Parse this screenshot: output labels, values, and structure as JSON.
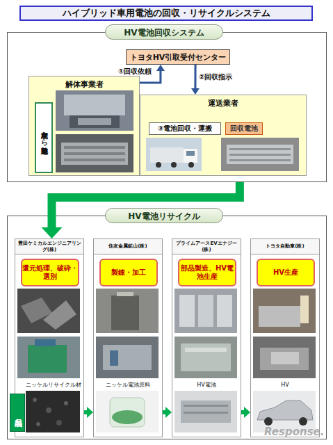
{
  "diagram": {
    "title": "ハイブリッド車用電池の回収・リサイクルシステム",
    "nodes": [
      {
        "text": [
          "HV電池回収システム"
        ]
      },
      {
        "text": [
          "トヨタHV引取受付センター"
        ],
        "in": 0
      },
      {
        "text": [
          "解体事業者"
        ],
        "in": 0
      },
      {
        "text": [
          "廃車から電池取外し"
        ],
        "in": 2
      },
      {
        "text": [
          "運送業者"
        ],
        "in": 0
      },
      {
        "text": [
          "③電池回収・運搬"
        ],
        "in": 4
      },
      {
        "text": [
          "回収電池"
        ],
        "in": 4
      },
      {
        "text": [
          "HV電池リサイクル"
        ]
      },
      {
        "text": [
          "豊田ケミカルエンジニアリング(株)",
          "ニッケルリサイクル材"
        ],
        "in": 7
      },
      {
        "text": [
          "還元処理、破砕・選別"
        ],
        "in": 8
      },
      {
        "text": [
          "住友金属鉱山(株)",
          "ニッケル電池原料"
        ],
        "in": 7
      },
      {
        "text": [
          "製錬・加工"
        ],
        "in": 10
      },
      {
        "text": [
          "プライムアースEVエナジー(株)",
          "HV電池"
        ],
        "in": 7
      },
      {
        "text": [
          "部品製造、HV電池生産"
        ],
        "in": 12
      },
      {
        "text": [
          "トヨタ自動車(株)",
          "HV"
        ],
        "in": 7
      },
      {
        "text": [
          "HV生産"
        ],
        "in": 14
      },
      {
        "text": [
          "製品"
        ],
        "in": 7
      }
    ],
    "edges": [
      {
        "from": 2,
        "to": 1,
        "label": "①回収依頼",
        "arrow": "to"
      },
      {
        "from": 1,
        "to": 4,
        "label": "②回収指示",
        "arrow": "to"
      },
      {
        "from": 0,
        "to": 8,
        "arrow": "to"
      },
      {
        "from": 8,
        "to": 10,
        "arrow": "to"
      },
      {
        "from": 10,
        "to": 12,
        "arrow": "to"
      },
      {
        "from": 12,
        "to": 14,
        "arrow": "to"
      }
    ],
    "labels": [
      "Response."
    ]
  }
}
